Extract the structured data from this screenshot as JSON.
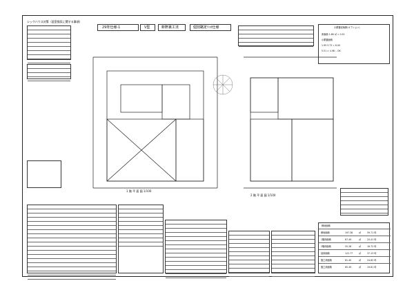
{
  "header": {
    "top_left_caption": "シックハウス対策（居室換気に関する事項）",
    "title_spec": "29年仕様-1",
    "title_type": "V型",
    "title_method": "新軒裏工法",
    "title_roof": "個別路定ｲｯｶ仕様"
  },
  "plans": {
    "first_floor_label": "1 階 平 面 図 1/100",
    "second_floor_label": "2 階 平 面 図 1/100"
  },
  "area_table": {
    "title": "敷地面積",
    "rows": [
      {
        "label": "敷地面積",
        "value": "197.38",
        "unit": "㎡",
        "extra": "59.71 坪"
      },
      {
        "label": "1階床面積",
        "value": "67.49",
        "unit": "㎡",
        "extra": "20.41 坪"
      },
      {
        "label": "2階床面積",
        "value": "55.28",
        "unit": "㎡",
        "extra": "16.72 坪"
      },
      {
        "label": "延床面積",
        "value": "122.77",
        "unit": "㎡",
        "extra": "37.13 坪"
      },
      {
        "label": "施工床面積",
        "value": "81.40",
        "unit": "㎡",
        "extra": "24.62 坪"
      },
      {
        "label": "施工床面積",
        "value": "65.49",
        "unit": "㎡",
        "extra": "19.81 坪"
      }
    ]
  },
  "right_top": {
    "caption": "小屋裏収納庫(オプション)",
    "line1": "床面積 1.66 ㎡ = 0.51",
    "line2": "小屋裏面積",
    "line3": "1.95 3.73 = 6.00",
    "line4": "5.51 > 4.98 ∴ OK"
  }
}
